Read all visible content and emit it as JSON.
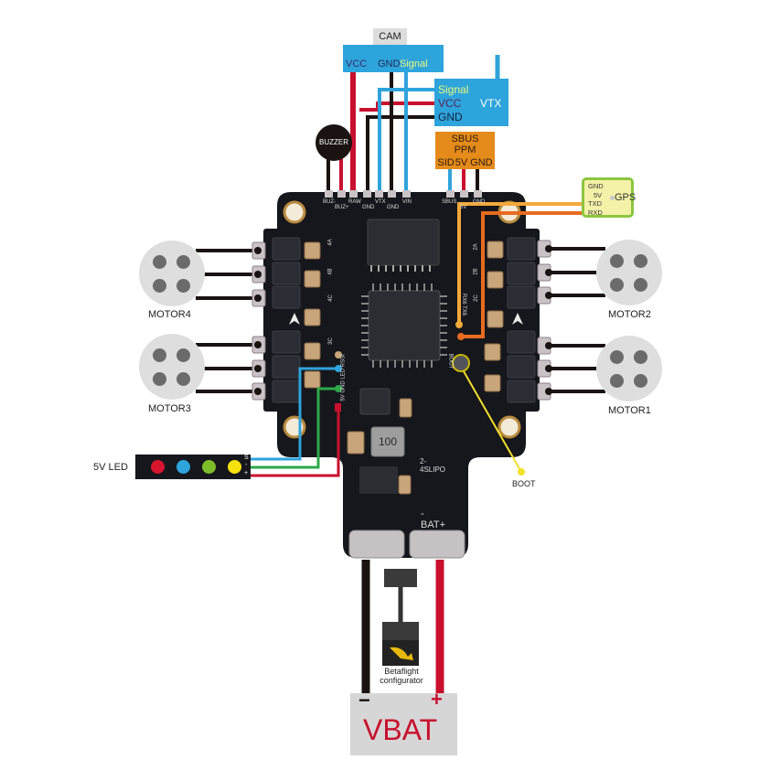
{
  "colors": {
    "board": "#15171c",
    "wire_black": "#1a1311",
    "wire_red": "#c8102e",
    "wire_blue": "#2fa3db",
    "wire_green": "#2da84a",
    "wire_orange": "#e86b1f",
    "wire_amber": "#f2a93b",
    "wire_yellow": "#f2e02a",
    "cam_box": "#2ea4dc",
    "sbus_box": "#e58b1b",
    "gps_fill": "#f4f1a8",
    "gps_border": "#8cc63f",
    "motor_fill": "#dedede",
    "motor_dot": "#6b6b6b",
    "vbat_fill": "#d6d6d6"
  },
  "cam": {
    "title": "CAM",
    "vcc": "VCC",
    "gnd": "GND",
    "signal": "Signal"
  },
  "vtx": {
    "title": "VTX",
    "signal": "Signal",
    "vcc": "VCC",
    "gnd": "GND"
  },
  "buzzer": {
    "label": "BUZZER"
  },
  "receiver": {
    "line1": "SBUS",
    "line2": "PPM",
    "sid": "SID",
    "v5": "5V",
    "gnd": "GND"
  },
  "gps": {
    "title": "GPS",
    "pins": [
      "GND",
      "5V",
      "TXD",
      "RXD"
    ]
  },
  "motors": [
    {
      "label": "MOTOR4"
    },
    {
      "label": "MOTOR3"
    },
    {
      "label": "MOTOR2"
    },
    {
      "label": "MOTOR1"
    }
  ],
  "led_strip": {
    "label": "5V LED",
    "pins": [
      "S",
      "-",
      "+"
    ],
    "leds": [
      "#d7152e",
      "#2ea4dc",
      "#7dbd2a",
      "#f6e20c"
    ]
  },
  "board": {
    "top_pads": [
      "BUZ-",
      "BUZ+",
      "RAW",
      "GND",
      "VTX",
      "GND",
      "VIN",
      "SBUS",
      "5V",
      "GND"
    ],
    "esc_labels_left": [
      "4A",
      "4B",
      "4C",
      "3C"
    ],
    "esc_labels_right": [
      "2A",
      "2B",
      "2C"
    ],
    "uart_label": "RX6 TX6",
    "led_pads": "5V GND LED RSSI",
    "boot_pad": "BOOT",
    "inductor": "100",
    "lipo_label": "2-4SLIPO",
    "bat_label": "-BAT+"
  },
  "boot": {
    "label": "BOOT"
  },
  "usb": {
    "label_line1": "Betaflight",
    "label_line2": "configurator"
  },
  "vbat": {
    "label": "VBAT",
    "minus": "−",
    "plus": "+"
  }
}
